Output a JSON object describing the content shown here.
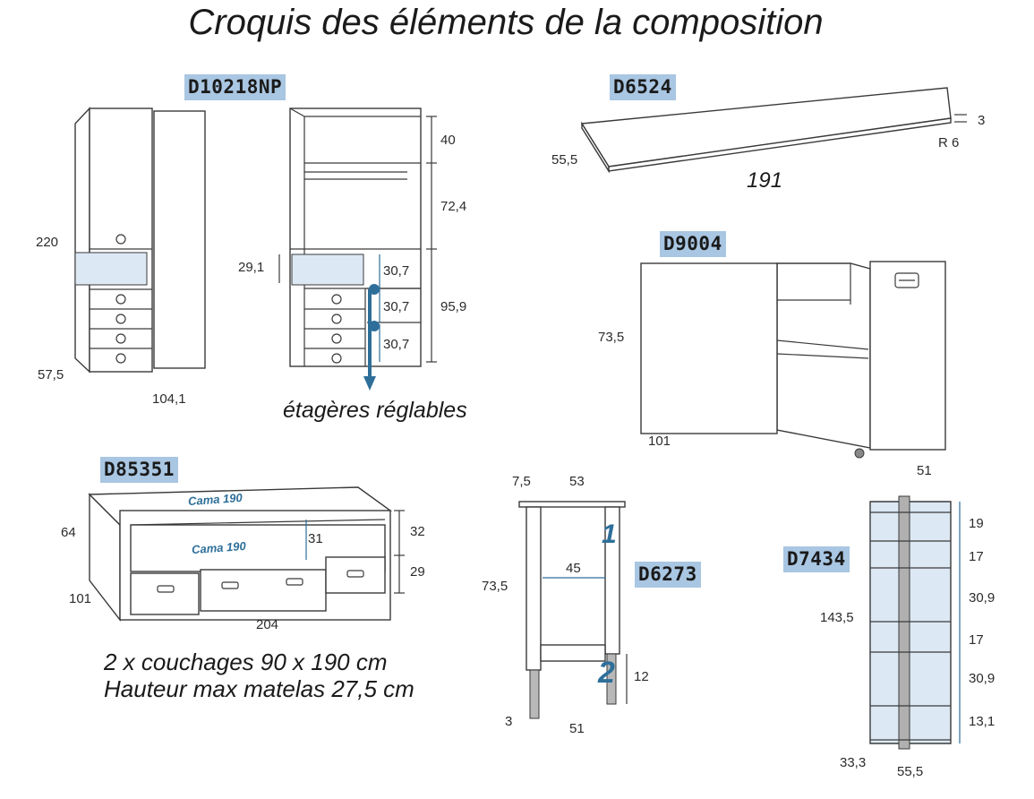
{
  "title": "Croquis des éléments de la composition",
  "codes": {
    "wardrobe": "D10218NP",
    "top": "D6524",
    "desk": "D9004",
    "bed": "D85351",
    "leg": "D6273",
    "shelf": "D7434"
  },
  "wardrobe": {
    "height": "220",
    "depth": "57,5",
    "width": "104,1",
    "h1": "40",
    "h2": "72,4",
    "h3": "95,9",
    "niche": "29,1",
    "s1": "30,7",
    "s2": "30,7",
    "s3": "30,7",
    "note": "étagères réglables"
  },
  "top": {
    "depth": "55,5",
    "length": "191",
    "thick": "3",
    "radius": "R 6"
  },
  "desk": {
    "height": "73,5",
    "width": "101",
    "depth": "51"
  },
  "bed": {
    "height": "64",
    "depth": "101",
    "width": "204",
    "h_top": "32",
    "h_bottom": "29",
    "inner": "31",
    "stamp": "Cama 190",
    "caption1": "2 x couchages 90 x 190 cm",
    "caption2": "Hauteur max matelas 27,5 cm"
  },
  "leg": {
    "w_top": "7,5",
    "length": "53",
    "height": "73,5",
    "inner": "45",
    "foot": "12",
    "foot_w": "3",
    "depth": "51",
    "mark1": "1",
    "mark2": "2"
  },
  "shelf": {
    "height": "143,5",
    "depth": "33,3",
    "width": "55,5",
    "gaps": [
      "19",
      "17",
      "30,9",
      "17",
      "30,9",
      "13,1"
    ]
  }
}
